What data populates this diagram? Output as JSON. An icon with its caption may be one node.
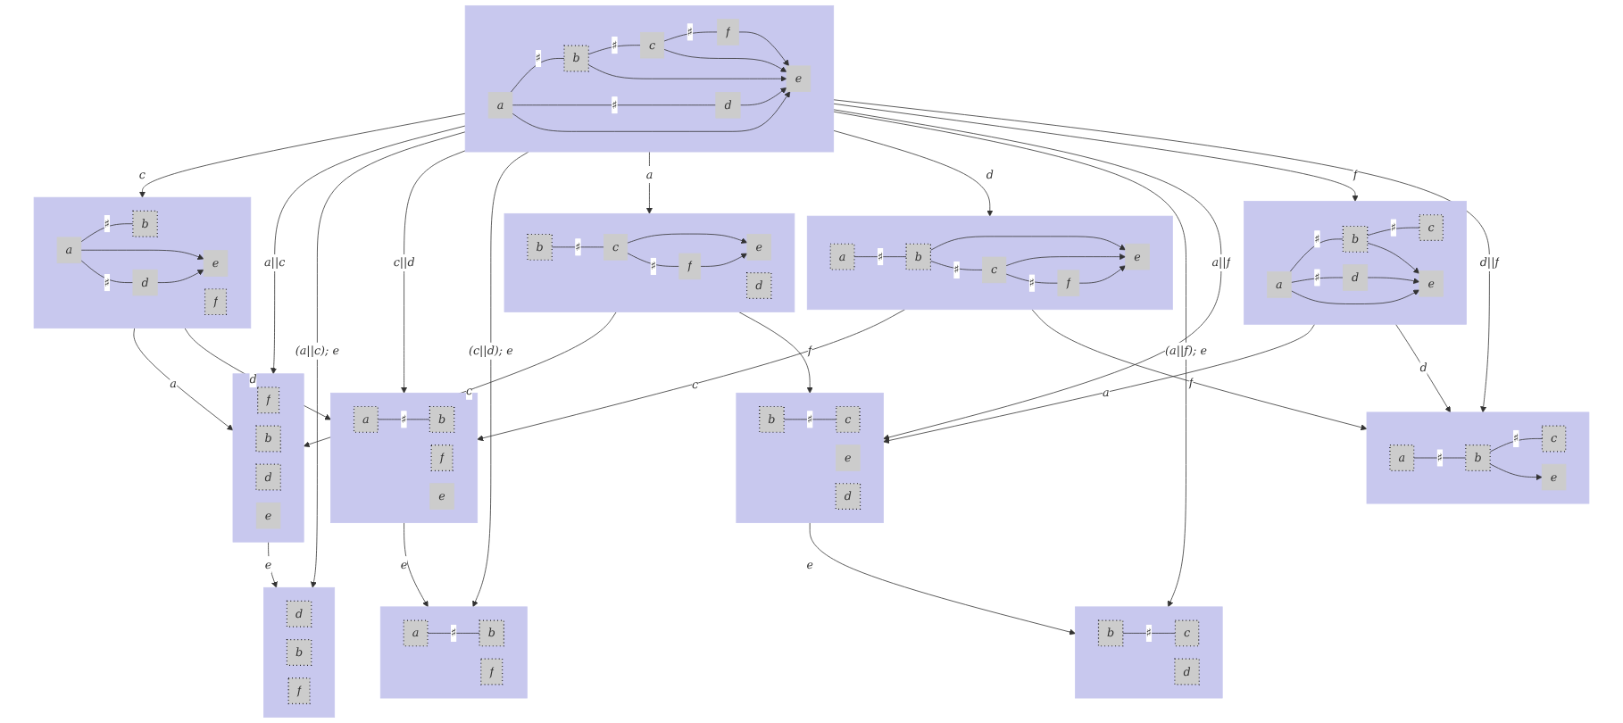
{
  "diagram": {
    "nodes": [
      {
        "text": [],
        "shape": "box"
      },
      {
        "text": [
          "d"
        ],
        "in": 0
      },
      {
        "text": [
          "b"
        ],
        "in": 0
      },
      {
        "text": [
          "f"
        ],
        "in": 0
      },
      {
        "text": [],
        "shape": "box"
      },
      {
        "text": [
          "f"
        ],
        "in": 4
      },
      {
        "text": [
          "b"
        ],
        "in": 4
      },
      {
        "text": [
          "d"
        ],
        "in": 4
      },
      {
        "text": [
          "e"
        ],
        "in": 4
      },
      {
        "text": [],
        "shape": "box"
      },
      {
        "text": [
          "a"
        ],
        "in": 9
      },
      {
        "text": [
          "b"
        ],
        "in": 9
      },
      {
        "text": [
          "d"
        ],
        "in": 9
      },
      {
        "text": [
          "e"
        ],
        "in": 9
      },
      {
        "text": [
          "f"
        ],
        "in": 9
      },
      {
        "text": [],
        "shape": "box"
      },
      {
        "text": [
          "a"
        ],
        "in": 15
      },
      {
        "text": [
          "b"
        ],
        "in": 15
      },
      {
        "text": [
          "f"
        ],
        "in": 15
      },
      {
        "text": [
          "e"
        ],
        "in": 15
      },
      {
        "text": [],
        "shape": "box"
      },
      {
        "text": [
          "a"
        ],
        "in": 20
      },
      {
        "text": [
          "b"
        ],
        "in": 20
      },
      {
        "text": [
          "f"
        ],
        "in": 20
      },
      {
        "text": [],
        "shape": "box"
      },
      {
        "text": [
          "b"
        ],
        "in": 24
      },
      {
        "text": [
          "c"
        ],
        "in": 24
      },
      {
        "text": [
          "d"
        ],
        "in": 24
      },
      {
        "text": [
          "e"
        ],
        "in": 24
      },
      {
        "text": [
          "f"
        ],
        "in": 24
      },
      {
        "text": [],
        "shape": "box"
      },
      {
        "text": [
          "a"
        ],
        "in": 30
      },
      {
        "text": [
          "b"
        ],
        "in": 30
      },
      {
        "text": [
          "c"
        ],
        "in": 30
      },
      {
        "text": [
          "d"
        ],
        "in": 30
      },
      {
        "text": [
          "e"
        ],
        "in": 30
      },
      {
        "text": [
          "f"
        ],
        "in": 30
      },
      {
        "text": [],
        "shape": "box"
      },
      {
        "text": [
          "a"
        ],
        "in": 37
      },
      {
        "text": [
          "b"
        ],
        "in": 37
      },
      {
        "text": [
          "c"
        ],
        "in": 37
      },
      {
        "text": [
          "e"
        ],
        "in": 37
      },
      {
        "text": [
          "f"
        ],
        "in": 37
      },
      {
        "text": [],
        "shape": "box"
      },
      {
        "text": [
          "b"
        ],
        "in": 43
      },
      {
        "text": [
          "c"
        ],
        "in": 43
      },
      {
        "text": [
          "d"
        ],
        "in": 43
      },
      {
        "text": [],
        "shape": "box"
      },
      {
        "text": [
          "b"
        ],
        "in": 47
      },
      {
        "text": [
          "c"
        ],
        "in": 47
      },
      {
        "text": [
          "e"
        ],
        "in": 47
      },
      {
        "text": [
          "d"
        ],
        "in": 47
      },
      {
        "text": [],
        "shape": "box"
      },
      {
        "text": [
          "a"
        ],
        "in": 52
      },
      {
        "text": [
          "b"
        ],
        "in": 52
      },
      {
        "text": [
          "c"
        ],
        "in": 52
      },
      {
        "text": [
          "d"
        ],
        "in": 52
      },
      {
        "text": [
          "e"
        ],
        "in": 52
      },
      {
        "text": [],
        "shape": "box"
      },
      {
        "text": [
          "a"
        ],
        "in": 58
      },
      {
        "text": [
          "b"
        ],
        "in": 58
      },
      {
        "text": [
          "c"
        ],
        "in": 58
      },
      {
        "text": [
          "e"
        ],
        "in": 58
      }
    ],
    "edges": [
      {
        "from": 10,
        "to": 11,
        "arrow": "none",
        "label": "♯"
      },
      {
        "from": 10,
        "to": 12,
        "arrow": "none",
        "label": "♯"
      },
      {
        "from": 10,
        "to": 13,
        "arrow": "to"
      },
      {
        "from": 12,
        "to": 13,
        "arrow": "to"
      },
      {
        "from": 16,
        "to": 17,
        "arrow": "none",
        "label": "♯"
      },
      {
        "from": 21,
        "to": 22,
        "arrow": "none",
        "label": "♯"
      },
      {
        "from": 25,
        "to": 26,
        "arrow": "none",
        "label": "♯"
      },
      {
        "from": 26,
        "to": 29,
        "arrow": "none",
        "label": "♯"
      },
      {
        "from": 26,
        "to": 28,
        "arrow": "to"
      },
      {
        "from": 29,
        "to": 28,
        "arrow": "to"
      },
      {
        "from": 31,
        "to": 32,
        "arrow": "none",
        "label": "♯"
      },
      {
        "from": 32,
        "to": 33,
        "arrow": "none",
        "label": "♯"
      },
      {
        "from": 31,
        "to": 34,
        "arrow": "none",
        "label": "♯"
      },
      {
        "from": 33,
        "to": 36,
        "arrow": "none",
        "label": "♯"
      },
      {
        "from": 31,
        "to": 35,
        "arrow": "to"
      },
      {
        "from": 32,
        "to": 35,
        "arrow": "to"
      },
      {
        "from": 33,
        "to": 35,
        "arrow": "to"
      },
      {
        "from": 34,
        "to": 35,
        "arrow": "to"
      },
      {
        "from": 36,
        "to": 35,
        "arrow": "to"
      },
      {
        "from": 38,
        "to": 39,
        "arrow": "none",
        "label": "♯"
      },
      {
        "from": 39,
        "to": 40,
        "arrow": "none",
        "label": "♯"
      },
      {
        "from": 40,
        "to": 42,
        "arrow": "none",
        "label": "♯"
      },
      {
        "from": 39,
        "to": 41,
        "arrow": "to"
      },
      {
        "from": 40,
        "to": 41,
        "arrow": "to"
      },
      {
        "from": 42,
        "to": 41,
        "arrow": "to"
      },
      {
        "from": 44,
        "to": 45,
        "arrow": "none",
        "label": "♯"
      },
      {
        "from": 48,
        "to": 49,
        "arrow": "none",
        "label": "♯"
      },
      {
        "from": 53,
        "to": 54,
        "arrow": "none",
        "label": "♯"
      },
      {
        "from": 54,
        "to": 55,
        "arrow": "none",
        "label": "♯"
      },
      {
        "from": 53,
        "to": 56,
        "arrow": "none",
        "label": "♯"
      },
      {
        "from": 53,
        "to": 57,
        "arrow": "to"
      },
      {
        "from": 54,
        "to": 57,
        "arrow": "to"
      },
      {
        "from": 56,
        "to": 57,
        "arrow": "to"
      },
      {
        "from": 59,
        "to": 60,
        "arrow": "none",
        "label": "♯"
      },
      {
        "from": 60,
        "to": 61,
        "arrow": "none",
        "label": "♯"
      },
      {
        "from": 60,
        "to": 62,
        "arrow": "to"
      },
      {
        "from": 9,
        "to": 4,
        "arrow": "to",
        "label": "a"
      },
      {
        "from": 4,
        "to": 0,
        "arrow": "to",
        "label": "e"
      },
      {
        "from": 9,
        "to": 15,
        "arrow": "to",
        "label": "d"
      },
      {
        "from": 15,
        "to": 20,
        "arrow": "to",
        "label": "e"
      },
      {
        "from": 30,
        "to": 9,
        "arrow": "to",
        "label": "c"
      },
      {
        "from": 24,
        "to": 4,
        "arrow": "to",
        "label": "c"
      },
      {
        "from": 30,
        "to": 4,
        "arrow": "to",
        "label": "a||c"
      },
      {
        "from": 30,
        "to": 0,
        "arrow": "to",
        "label": "(a||c); e"
      },
      {
        "from": 30,
        "to": 15,
        "arrow": "to",
        "label": "c||d"
      },
      {
        "from": 37,
        "to": 15,
        "arrow": "to",
        "label": "c"
      },
      {
        "from": 30,
        "to": 20,
        "arrow": "to",
        "label": "(c||d); e"
      },
      {
        "from": 30,
        "to": 24,
        "arrow": "to",
        "label": "a"
      },
      {
        "from": 30,
        "to": 37,
        "arrow": "to",
        "label": "d"
      },
      {
        "from": 30,
        "to": 43,
        "arrow": "to",
        "label": "(a||f); e"
      },
      {
        "from": 24,
        "to": 47,
        "arrow": "to",
        "label": "f"
      },
      {
        "from": 30,
        "to": 47,
        "arrow": "to",
        "label": "a||f"
      },
      {
        "from": 30,
        "to": 52,
        "arrow": "to",
        "label": "f"
      },
      {
        "from": 30,
        "to": 58,
        "arrow": "to",
        "label": "d||f"
      },
      {
        "from": 52,
        "to": 47,
        "arrow": "to",
        "label": "a"
      },
      {
        "from": 47,
        "to": 43,
        "arrow": "to",
        "label": "e"
      },
      {
        "from": 52,
        "to": 58,
        "arrow": "to",
        "label": "d"
      },
      {
        "from": 37,
        "to": 58,
        "arrow": "to",
        "label": "f"
      }
    ]
  }
}
